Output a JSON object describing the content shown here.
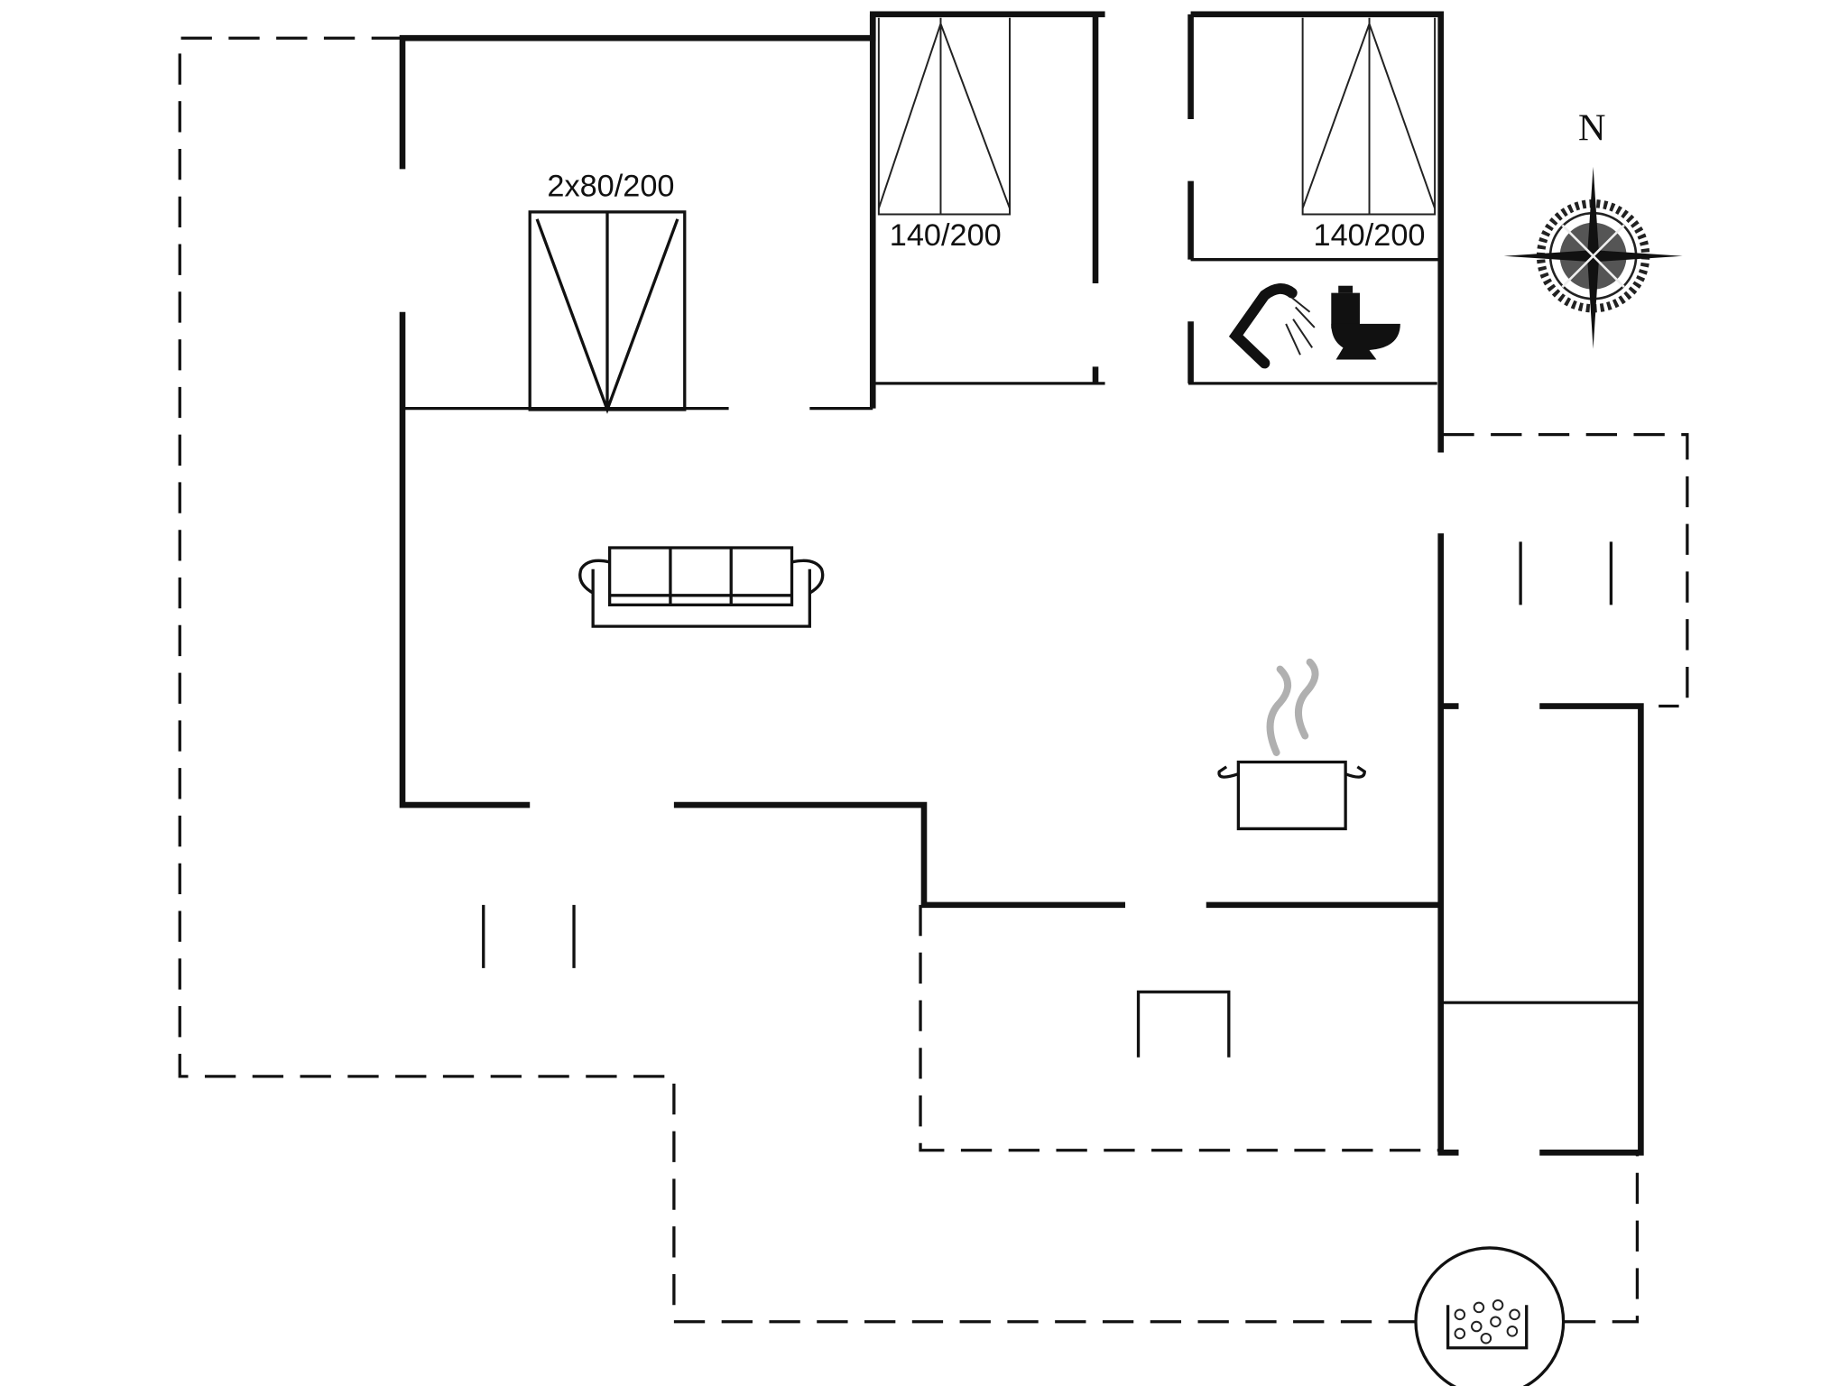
{
  "floorplan": {
    "bed_labels": {
      "twin_bed": "2x80/200",
      "double_bed_1": "140/200",
      "double_bed_2": "140/200"
    },
    "compass": {
      "north_label": "N"
    },
    "icons": [
      "twin-bed-icon",
      "double-bed-icon",
      "sofa-icon",
      "shower-icon",
      "toilet-icon",
      "cooking-pot-icon",
      "hot-tub-icon",
      "compass-rose-icon"
    ],
    "colors": {
      "wall": "#111111",
      "steam": "#b0b0b0"
    }
  }
}
